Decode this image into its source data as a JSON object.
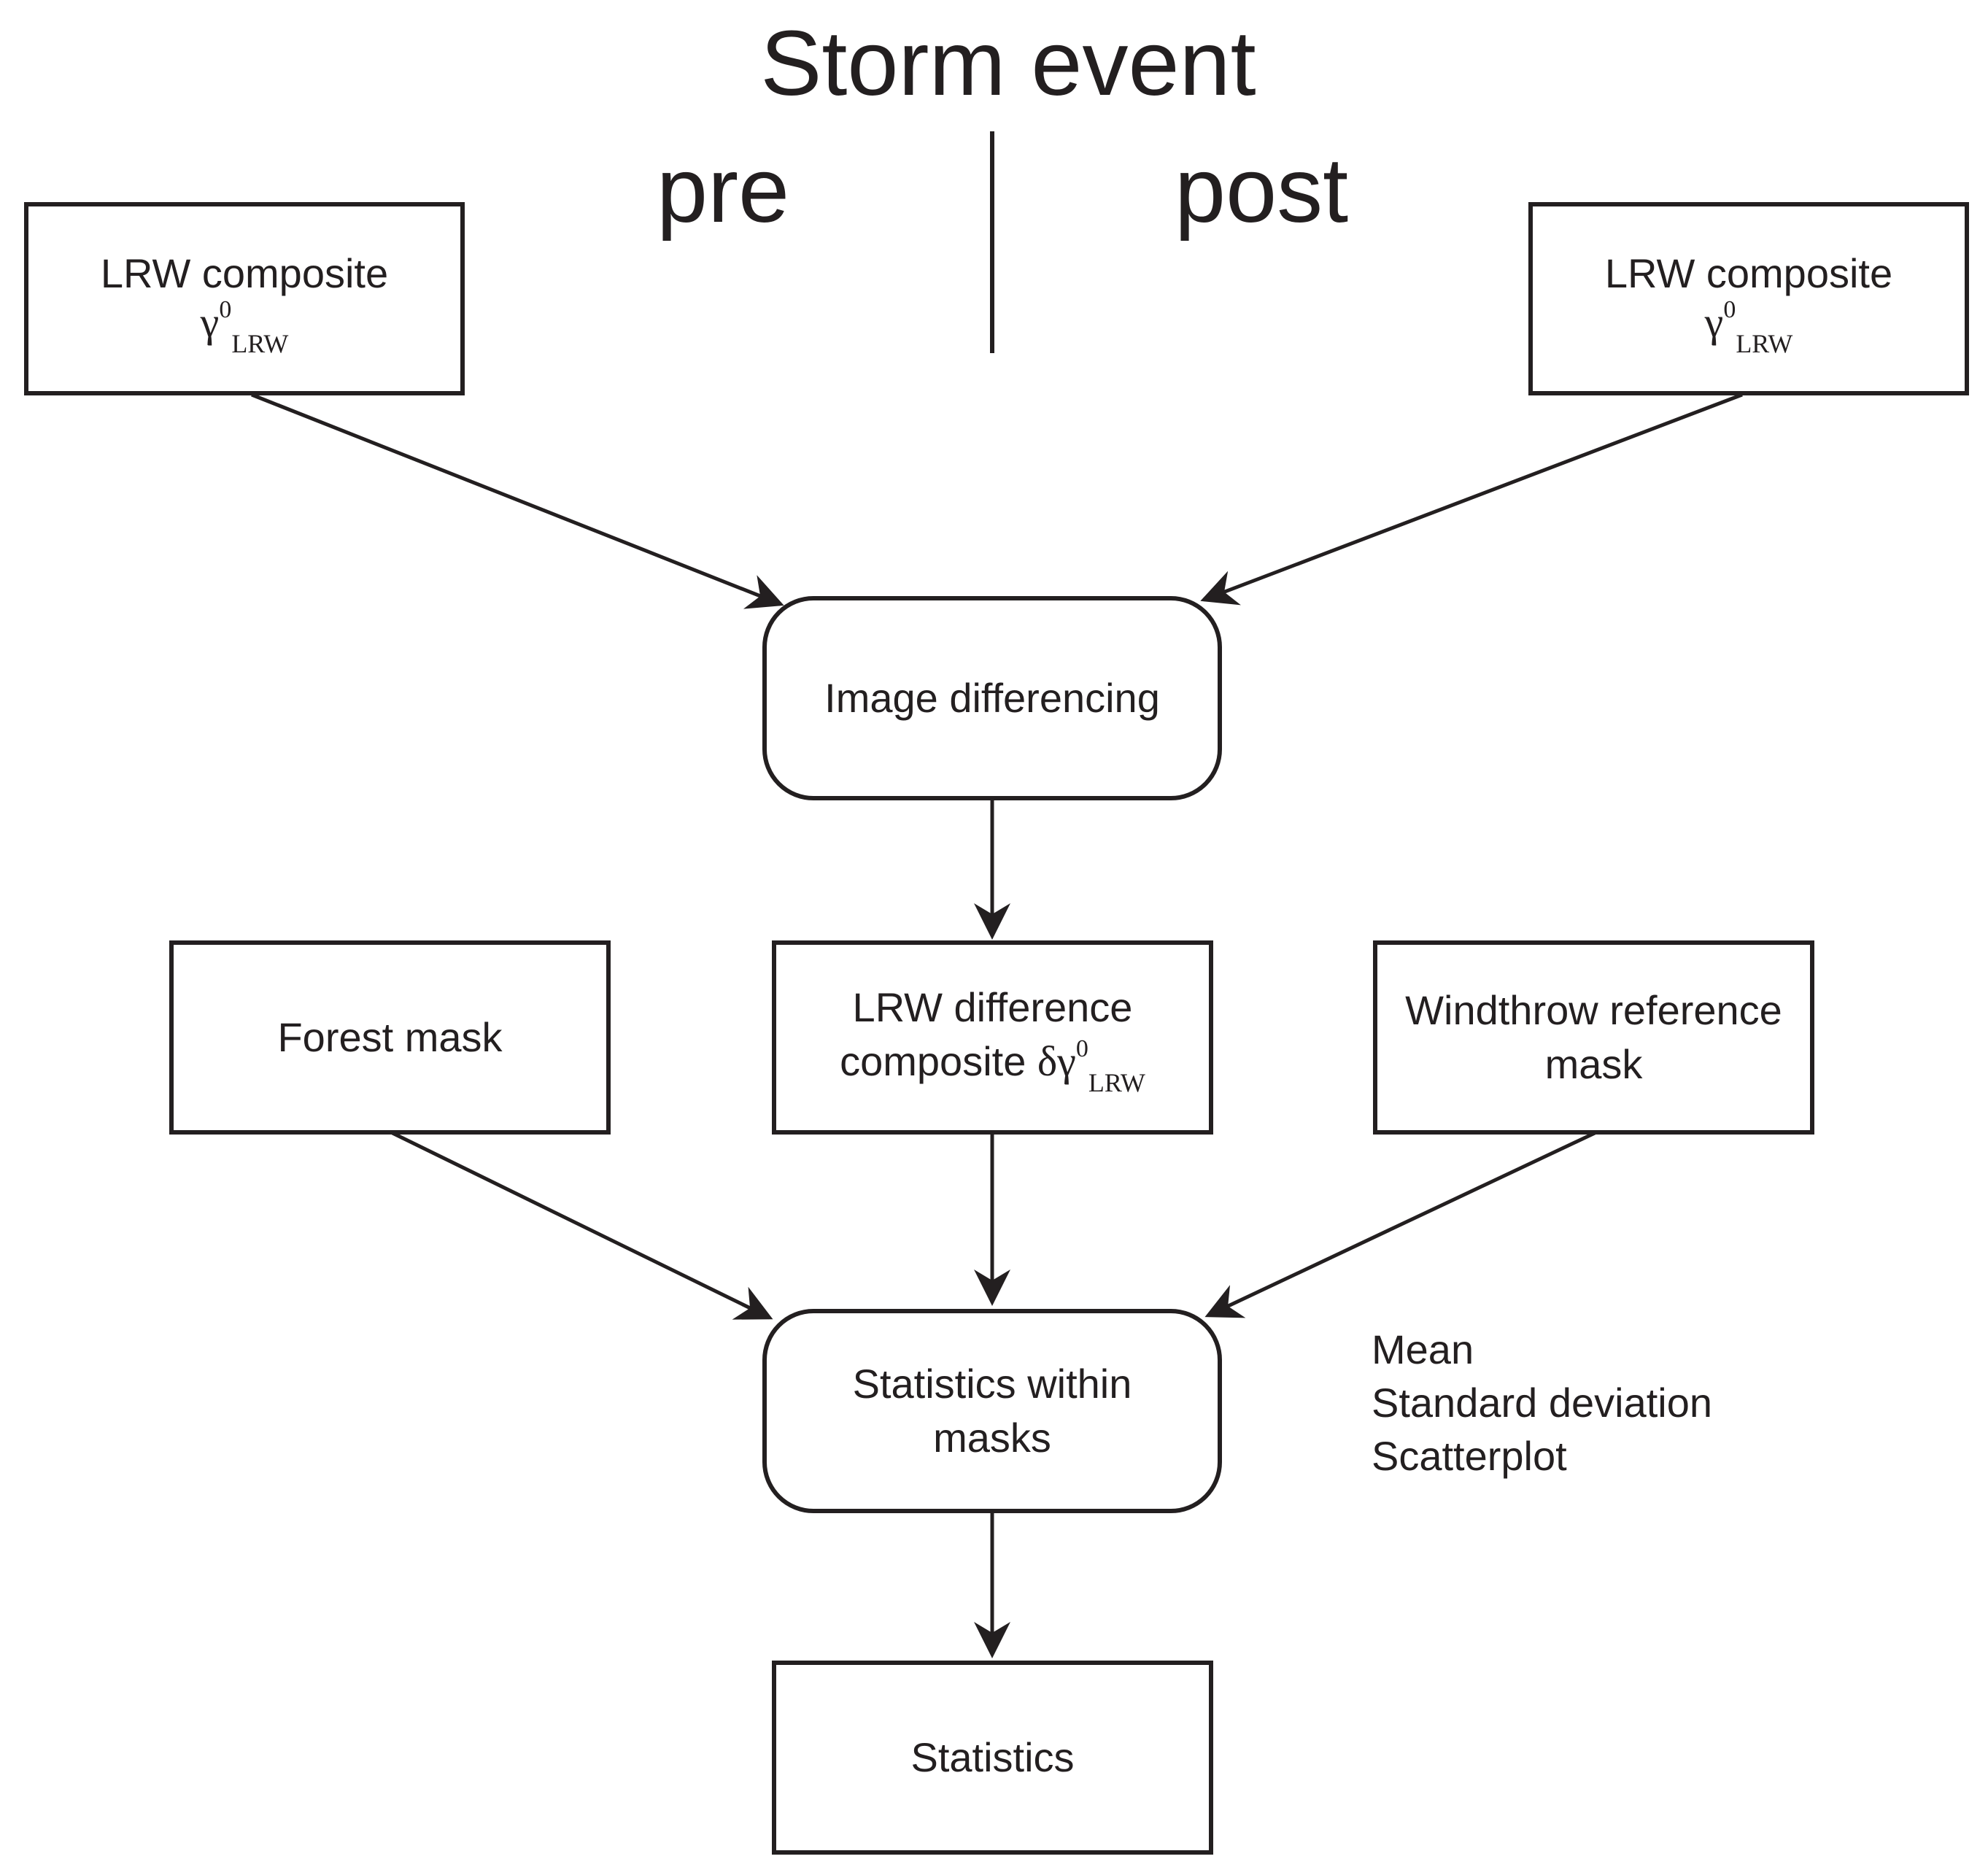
{
  "header": {
    "title": "Storm event",
    "pre": "pre",
    "post": "post"
  },
  "nodes": {
    "lrw_pre": {
      "label": "LRW composite",
      "symbol": "γ",
      "sup": "0",
      "sub": "LRW"
    },
    "lrw_post": {
      "label": "LRW composite",
      "symbol": "γ",
      "sup": "0",
      "sub": "LRW"
    },
    "image_differencing": {
      "label": "Image differencing"
    },
    "forest_mask": {
      "label": "Forest mask"
    },
    "lrw_difference": {
      "line1": "LRW difference",
      "line2": "composite",
      "symbol": "δγ",
      "sup": "0",
      "sub": "LRW"
    },
    "windthrow": {
      "line1": "Windthrow reference",
      "line2": "mask"
    },
    "stats_within": {
      "line1": "Statistics within",
      "line2": "masks"
    },
    "statistics": {
      "label": "Statistics"
    }
  },
  "side_list": [
    "Mean",
    "Standard deviation",
    "Scatterplot"
  ],
  "colors": {
    "stroke": "#231f20",
    "background": "#ffffff"
  }
}
